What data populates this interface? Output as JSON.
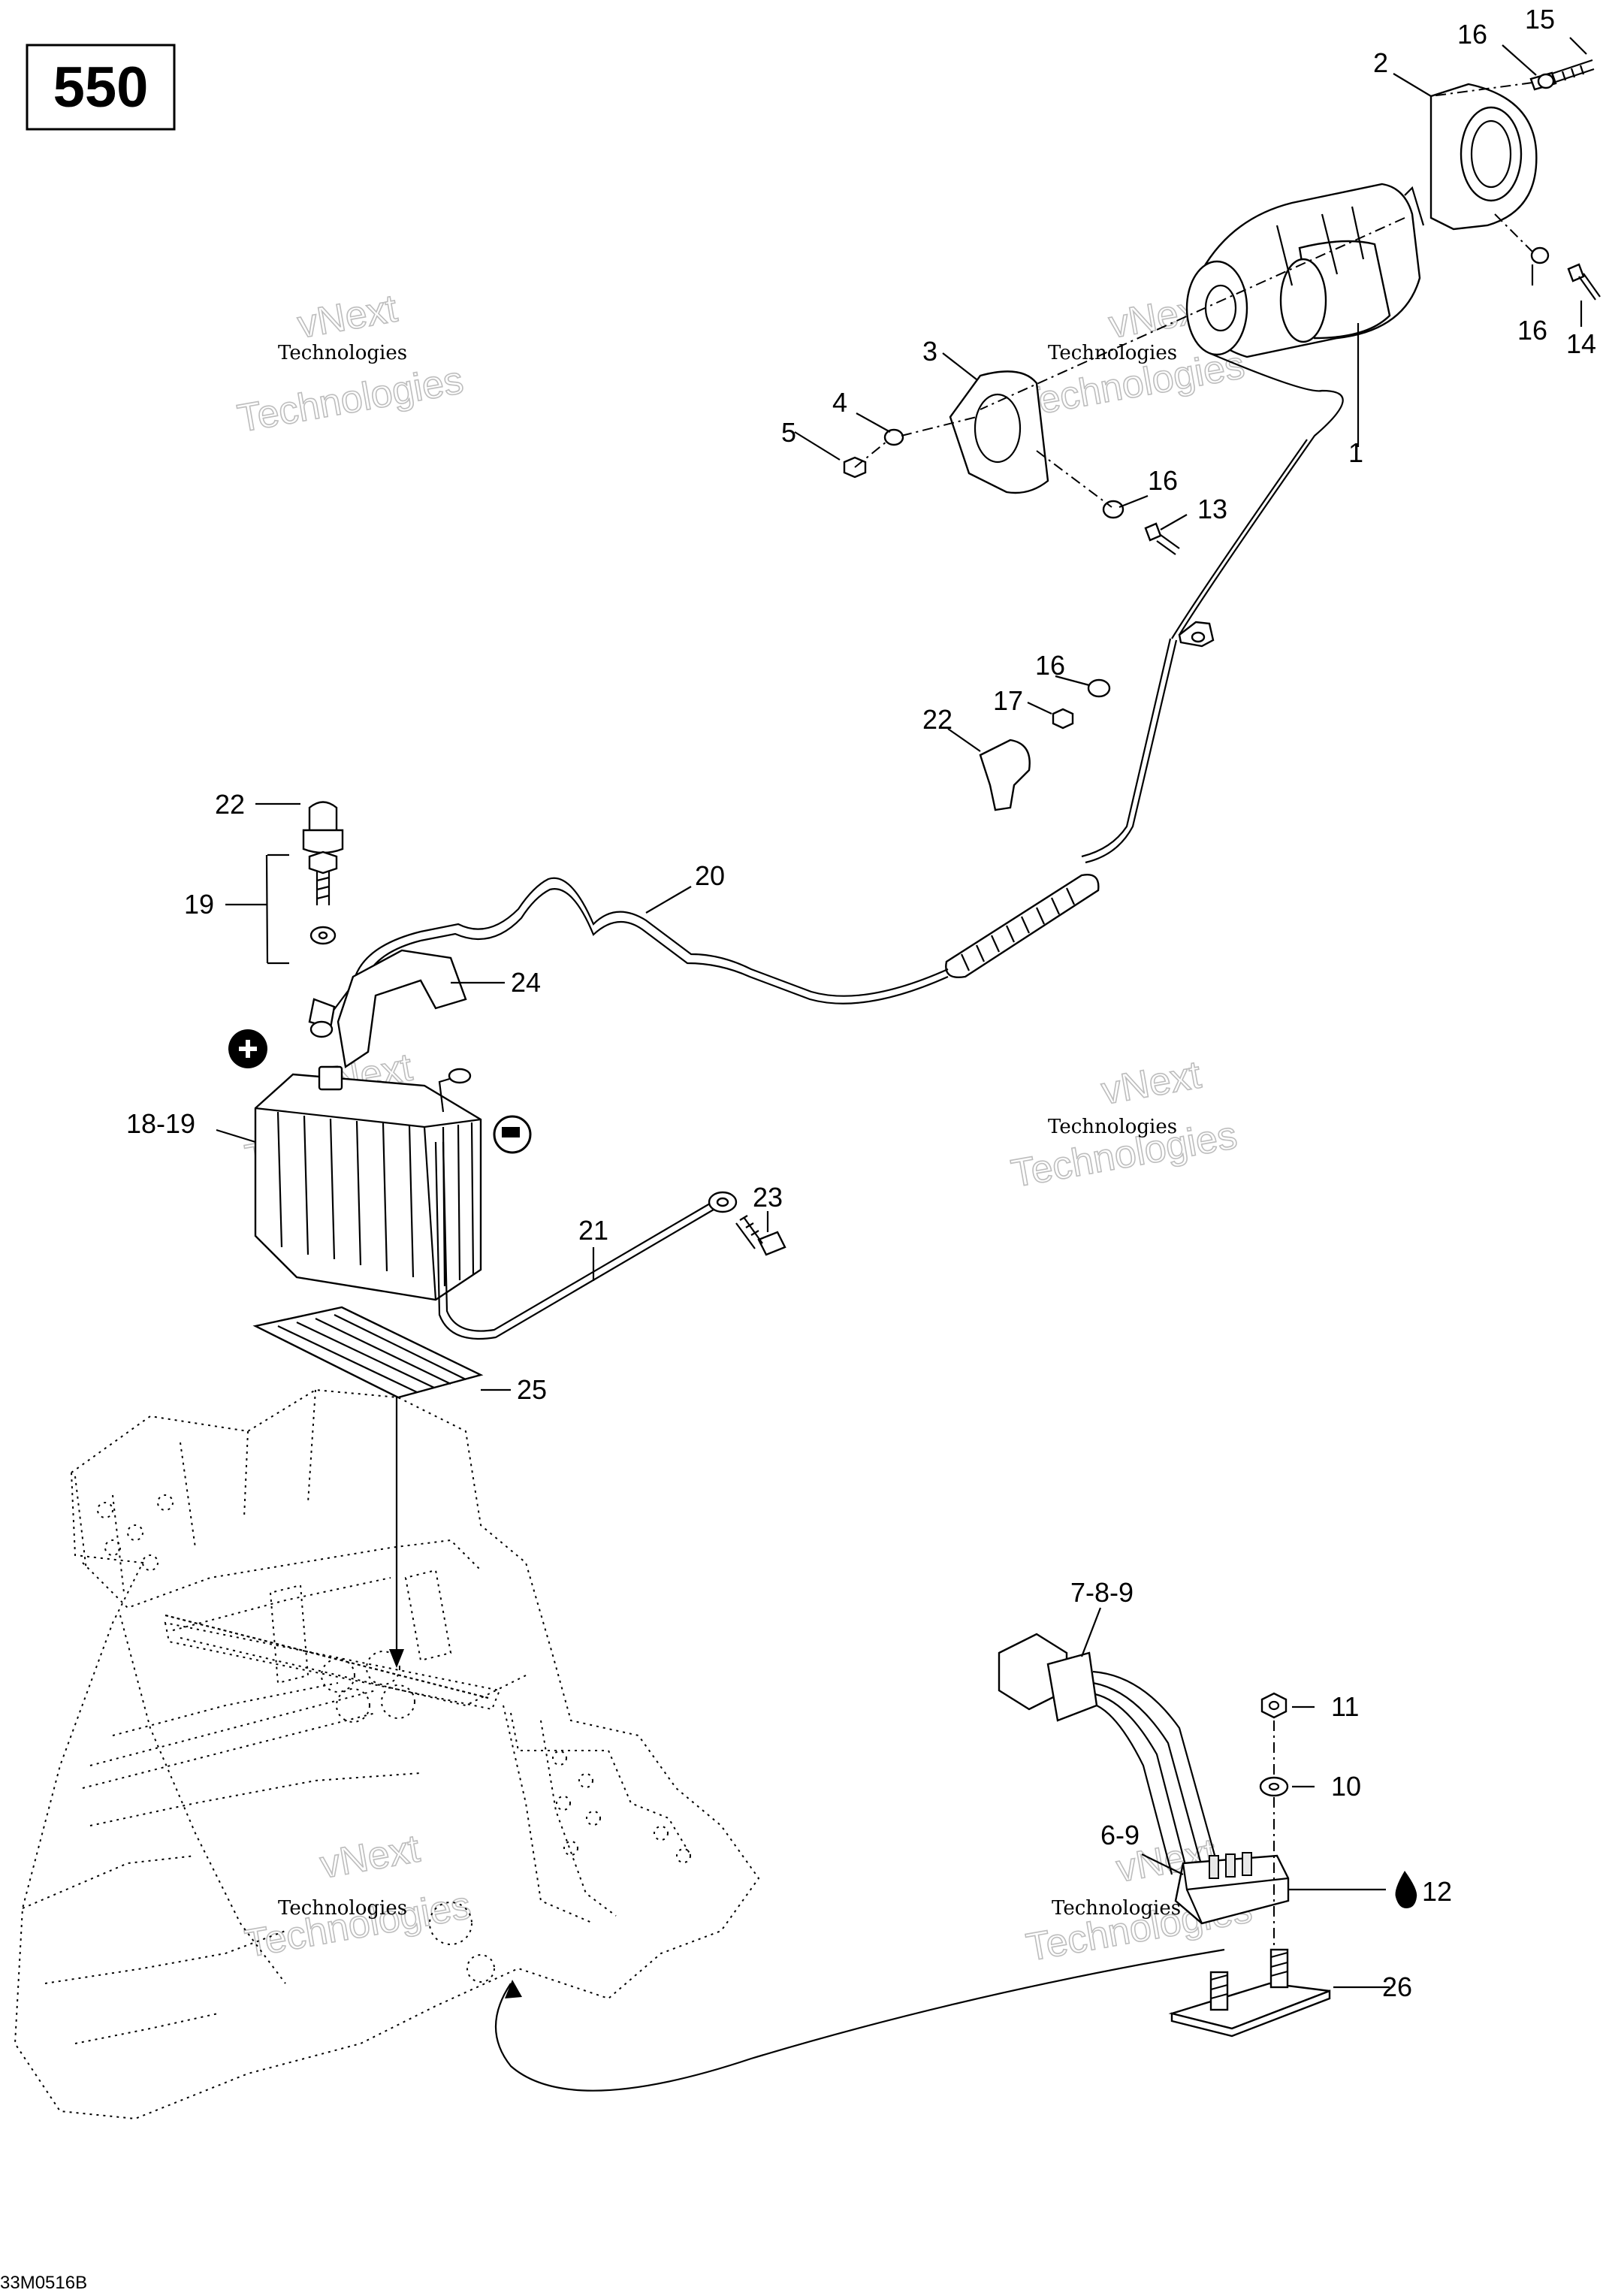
{
  "page": {
    "badge": "550",
    "code": "33M0516B"
  },
  "watermark": {
    "line1": "vNext",
    "line2": "Technologies"
  },
  "callouts": [
    {
      "id": "c15",
      "label": "15"
    },
    {
      "id": "c16a",
      "label": "16"
    },
    {
      "id": "c2",
      "label": "2"
    },
    {
      "id": "c16b",
      "label": "16"
    },
    {
      "id": "c14",
      "label": "14"
    },
    {
      "id": "c3",
      "label": "3"
    },
    {
      "id": "c4",
      "label": "4"
    },
    {
      "id": "c5",
      "label": "5"
    },
    {
      "id": "c1",
      "label": "1"
    },
    {
      "id": "c16c",
      "label": "16"
    },
    {
      "id": "c13",
      "label": "13"
    },
    {
      "id": "c16d",
      "label": "16"
    },
    {
      "id": "c17",
      "label": "17"
    },
    {
      "id": "c22a",
      "label": "22"
    },
    {
      "id": "c22b",
      "label": "22"
    },
    {
      "id": "c19",
      "label": "19"
    },
    {
      "id": "c20",
      "label": "20"
    },
    {
      "id": "c24",
      "label": "24"
    },
    {
      "id": "c1819",
      "label": "18-19"
    },
    {
      "id": "c23",
      "label": "23"
    },
    {
      "id": "c21",
      "label": "21"
    },
    {
      "id": "c25",
      "label": "25"
    },
    {
      "id": "c789",
      "label": "7-8-9"
    },
    {
      "id": "c11",
      "label": "11"
    },
    {
      "id": "c10",
      "label": "10"
    },
    {
      "id": "c69",
      "label": "6-9"
    },
    {
      "id": "c12",
      "label": "12"
    },
    {
      "id": "c26",
      "label": "26"
    }
  ]
}
